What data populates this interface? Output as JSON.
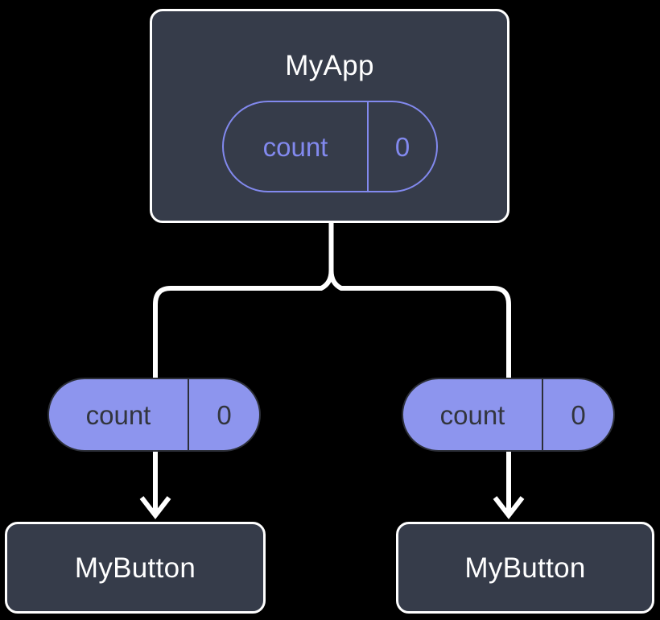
{
  "diagram": {
    "type": "component-tree",
    "background_color": "#000000",
    "palette": {
      "box_fill": "#363c4a",
      "box_border": "#ffffff",
      "box_text": "#ffffff",
      "state_pill_outline": "#8289ee",
      "prop_pill_fill": "#8d95ee",
      "prop_pill_text": "#32353d",
      "connector": "#ffffff"
    },
    "root": {
      "title": "MyApp",
      "state_pill": {
        "key": "count",
        "value": "0"
      }
    },
    "branches": [
      {
        "prop_pill": {
          "key": "count",
          "value": "0"
        },
        "child": {
          "title": "MyButton"
        }
      },
      {
        "prop_pill": {
          "key": "count",
          "value": "0"
        },
        "child": {
          "title": "MyButton"
        }
      }
    ]
  }
}
